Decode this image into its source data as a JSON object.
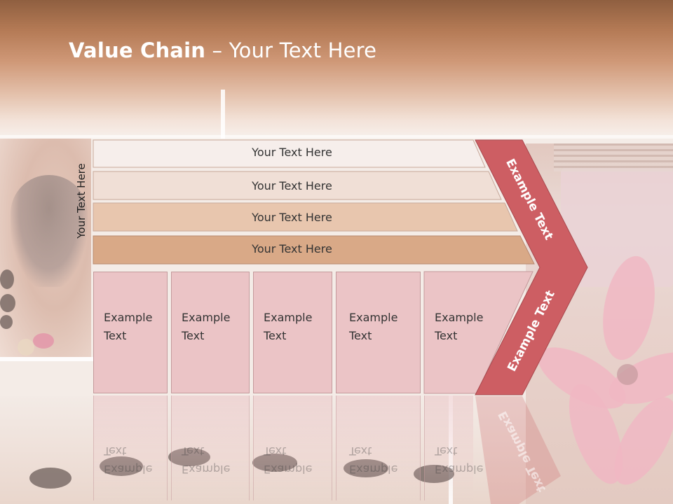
{
  "slide": {
    "title_bold": "Value Chain",
    "title_rest": " – Your Text Here",
    "side_label": "Your Text Here"
  },
  "rows": [
    {
      "label": "Your Text Here",
      "color": "#f6eeeb"
    },
    {
      "label": "Your Text Here",
      "color": "#f0dfd6"
    },
    {
      "label": "Your Text Here",
      "color": "#e8c6ae"
    },
    {
      "label": "Your Text Here",
      "color": "#d9a987"
    }
  ],
  "cards": [
    {
      "text": "Example\nText"
    },
    {
      "text": "Example\nText"
    },
    {
      "text": "Example\nText"
    },
    {
      "text": "Example\nText"
    },
    {
      "text": "Example\nText"
    }
  ],
  "chevron": {
    "upper_text": "Example Text",
    "lower_text": "Example Text",
    "color": "#cd5e63"
  }
}
